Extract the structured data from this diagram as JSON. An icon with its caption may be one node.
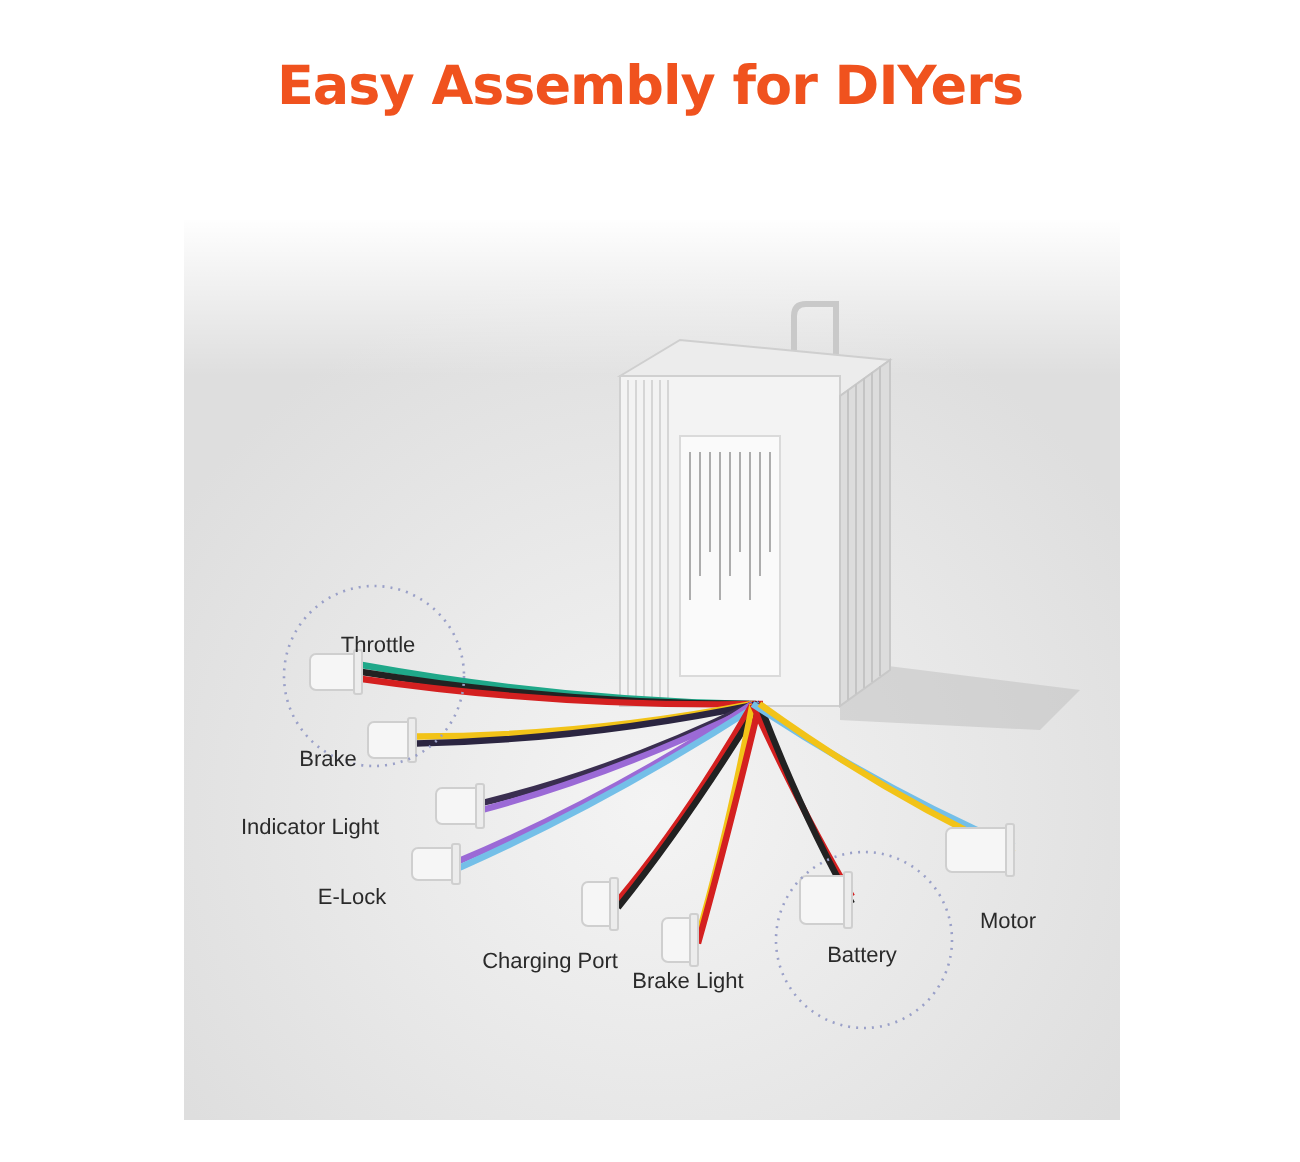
{
  "diagram": {
    "title": "Easy Assembly for DIYers",
    "labels": [
      "Throttle",
      "Brake",
      "Indicator Light",
      "E-Lock",
      "Charging Port",
      "Brake Light",
      "Battery",
      "Motor"
    ]
  }
}
